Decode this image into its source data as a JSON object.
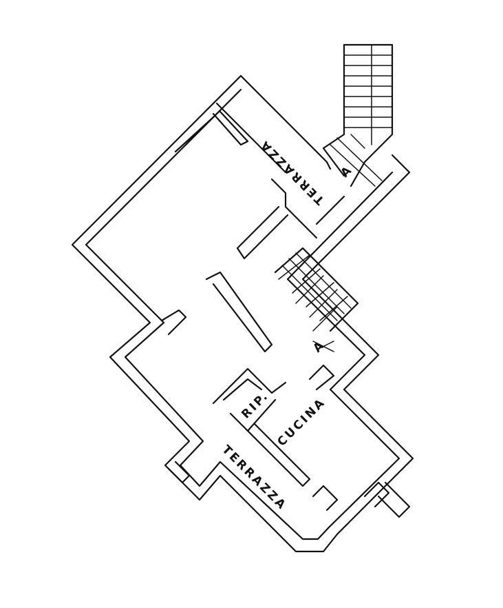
{
  "floorplan": {
    "rooms": [
      {
        "id": "terrazza-top",
        "label": "TERRAZZA"
      },
      {
        "id": "ripostiglio",
        "label": "RIP."
      },
      {
        "id": "cucina",
        "label": "CUCINA"
      },
      {
        "id": "terrazza-bottom",
        "label": "TERRAZZA"
      }
    ],
    "stair_arrows": [
      "A",
      "A"
    ]
  }
}
